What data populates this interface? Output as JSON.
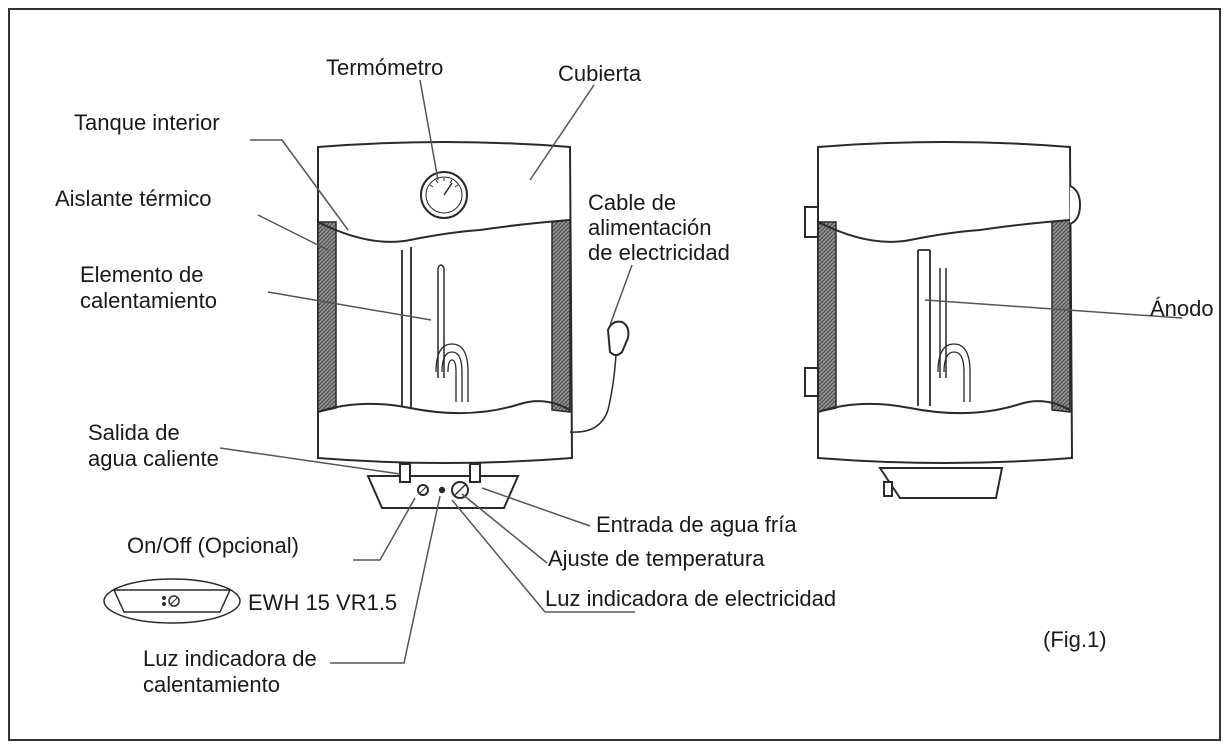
{
  "labels": {
    "termometro": "Termómetro",
    "cubierta": "Cubierta",
    "tanque_interior": "Tanque interior",
    "aislante_termico": "Aislante térmico",
    "elemento": [
      "Elemento de",
      "calentamiento"
    ],
    "cable": [
      "Cable de",
      "alimentación",
      "de electricidad"
    ],
    "anodo": "Ánodo",
    "salida": [
      "Salida de",
      "agua caliente"
    ],
    "entrada": "Entrada de agua fría",
    "on_off": "On/Off (Opcional)",
    "ajuste": "Ajuste de temperatura",
    "model": "EWH 15 VR1.5",
    "luz_electricidad": "Luz indicadora de electricidad",
    "luz_calentamiento": [
      "Luz indicadora de",
      "calentamiento"
    ],
    "fig": "(Fig.1)"
  },
  "colors": {
    "line": "#2a2a2a",
    "insulation": "#7a7a7a",
    "leader": "#555555"
  }
}
